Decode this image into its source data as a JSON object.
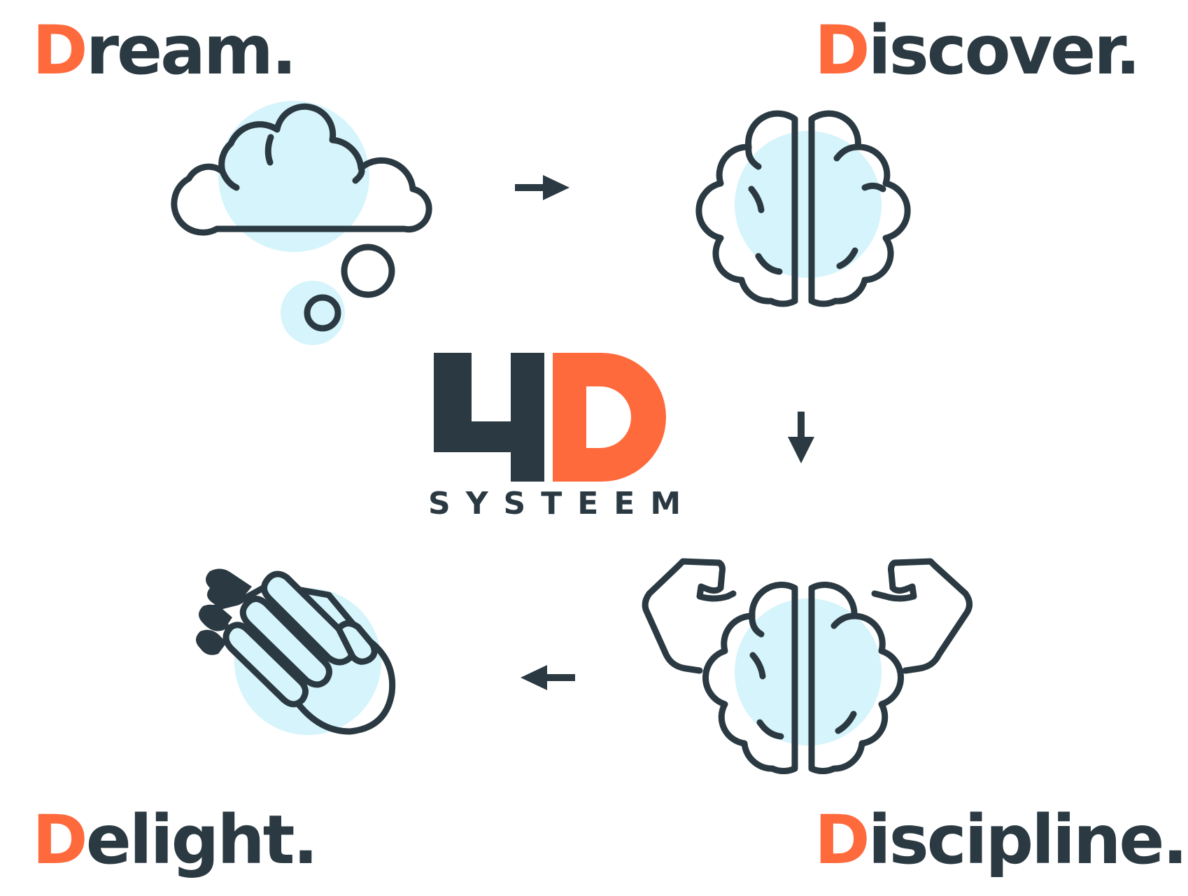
{
  "steps": [
    {
      "initial": "D",
      "rest": "ream.",
      "icon": "cloud-thought-icon"
    },
    {
      "initial": "D",
      "rest": "iscover.",
      "icon": "brain-icon"
    },
    {
      "initial": "D",
      "rest": "iscipline.",
      "icon": "flexing-brain-icon"
    },
    {
      "initial": "D",
      "rest": "elight.",
      "icon": "praying-hands-icon"
    }
  ],
  "logo": {
    "number": "4",
    "letter": "D",
    "subtitle": "SYSTEEM"
  },
  "flow": [
    "right-arrow-icon",
    "down-arrow-icon",
    "left-arrow-icon"
  ],
  "colors": {
    "accent": "#ff6a3d",
    "ink": "#2b3a42",
    "fill": "#d6f4fb"
  }
}
